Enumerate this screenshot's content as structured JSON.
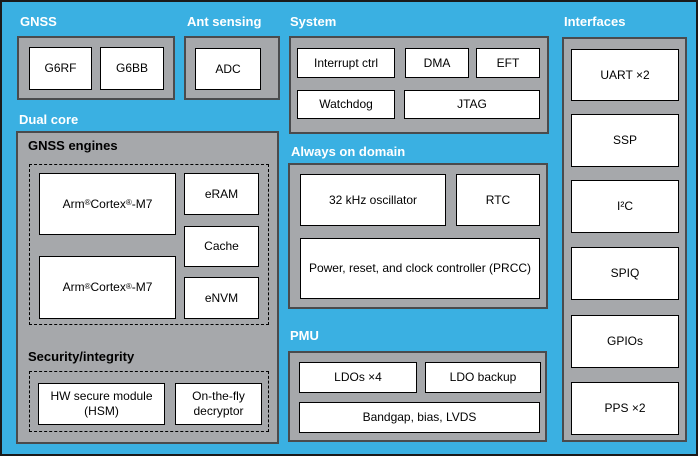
{
  "colors": {
    "background": "#3AB0E2",
    "panel_fill": "#A6A8AB",
    "panel_border": "#4A4B4D",
    "box_fill": "#FFFFFF",
    "box_border": "#000000",
    "section_label": "#FFFFFF",
    "group_label": "#000000"
  },
  "sections": {
    "gnss": {
      "label": "GNSS",
      "boxes": [
        "G6RF",
        "G6BB"
      ]
    },
    "ant_sensing": {
      "label": "Ant sensing",
      "boxes": [
        "ADC"
      ]
    },
    "system": {
      "label": "System",
      "boxes": [
        "Interrupt ctrl",
        "DMA",
        "EFT",
        "Watchdog",
        "JTAG"
      ]
    },
    "interfaces": {
      "label": "Interfaces",
      "boxes": [
        "UART ×2",
        "SSP",
        "I²C",
        "SPIQ",
        "GPIOs",
        "PPS ×2"
      ]
    },
    "dual_core": {
      "label": "Dual core",
      "gnss_engines": {
        "label": "GNSS engines",
        "cores": [
          "Arm® Cortex®-M7",
          "Arm® Cortex®-M7"
        ],
        "memories": [
          "eRAM",
          "Cache",
          "eNVM"
        ]
      },
      "security": {
        "label": "Security/integrity",
        "boxes": [
          "HW secure module (HSM)",
          "On-the-fly decryptor"
        ]
      }
    },
    "always_on": {
      "label": "Always on domain",
      "boxes": [
        "32 kHz oscillator",
        "RTC",
        "Power, reset, and clock controller (PRCC)"
      ]
    },
    "pmu": {
      "label": "PMU",
      "boxes": [
        "LDOs ×4",
        "LDO backup",
        "Bandgap, bias, LVDS"
      ]
    }
  }
}
